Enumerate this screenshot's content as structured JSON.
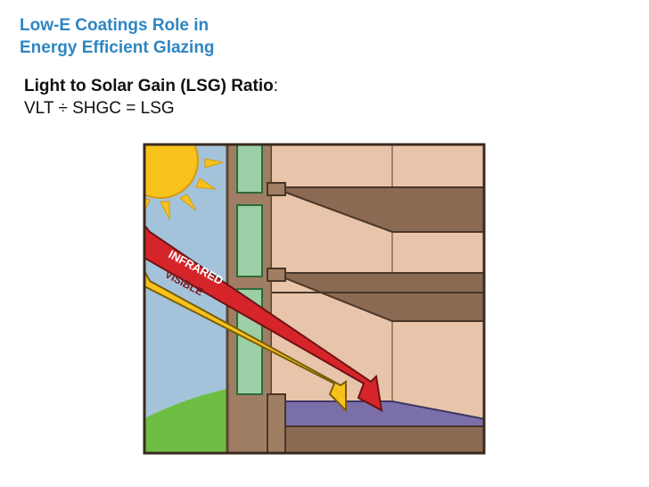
{
  "slide": {
    "title_line1": "Low-E Coatings Role in",
    "title_line2": "Energy Efficient Glazing",
    "subtitle_bold": "Light to Solar Gain (LSG) Ratio",
    "subtitle_colon": ":",
    "formula": "VLT ÷ SHGC = LSG"
  },
  "diagram": {
    "infrared_label": "INFRARED",
    "visible_label": "VISIBLE",
    "colors": {
      "sky": "#a3c3db",
      "grass": "#6fbe44",
      "sun": "#f7c21c",
      "infrared": "#d6252a",
      "visible": "#f7c21c",
      "glass": "#9ccfa5",
      "wall": "#e8c4aa",
      "floor_slab": "#8a6a52",
      "floor_room": "#7a6fa8"
    }
  }
}
